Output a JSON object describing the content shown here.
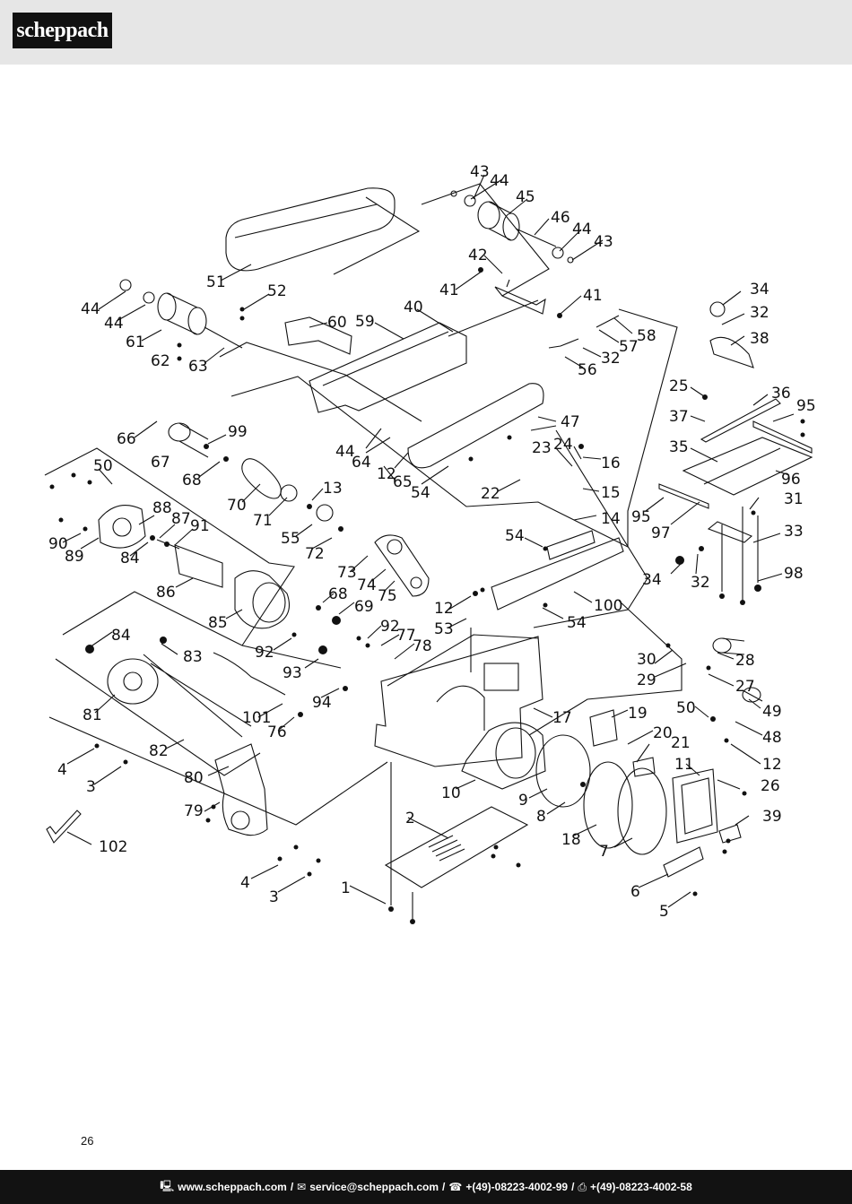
{
  "header": {
    "logo_text": "scheppach"
  },
  "diagram": {
    "callouts": [
      {
        "id": "43a",
        "label": "43"
      },
      {
        "id": "44a",
        "label": "44"
      },
      {
        "id": "45",
        "label": "45"
      },
      {
        "id": "46",
        "label": "46"
      },
      {
        "id": "44b",
        "label": "44"
      },
      {
        "id": "43b",
        "label": "43"
      },
      {
        "id": "42",
        "label": "42"
      },
      {
        "id": "41a",
        "label": "41"
      },
      {
        "id": "41b",
        "label": "41"
      },
      {
        "id": "40",
        "label": "40"
      },
      {
        "id": "51",
        "label": "51"
      },
      {
        "id": "52",
        "label": "52"
      },
      {
        "id": "60",
        "label": "60"
      },
      {
        "id": "59",
        "label": "59"
      },
      {
        "id": "44c",
        "label": "44"
      },
      {
        "id": "44d",
        "label": "44"
      },
      {
        "id": "61",
        "label": "61"
      },
      {
        "id": "62",
        "label": "62"
      },
      {
        "id": "63",
        "label": "63"
      },
      {
        "id": "34a",
        "label": "34"
      },
      {
        "id": "32a",
        "label": "32"
      },
      {
        "id": "38",
        "label": "38"
      },
      {
        "id": "58",
        "label": "58"
      },
      {
        "id": "57",
        "label": "57"
      },
      {
        "id": "32b",
        "label": "32"
      },
      {
        "id": "56",
        "label": "56"
      },
      {
        "id": "25",
        "label": "25"
      },
      {
        "id": "36",
        "label": "36"
      },
      {
        "id": "95a",
        "label": "95"
      },
      {
        "id": "37",
        "label": "37"
      },
      {
        "id": "47",
        "label": "47"
      },
      {
        "id": "66",
        "label": "66"
      },
      {
        "id": "99",
        "label": "99"
      },
      {
        "id": "67",
        "label": "67"
      },
      {
        "id": "44e",
        "label": "44"
      },
      {
        "id": "64",
        "label": "64"
      },
      {
        "id": "35",
        "label": "35"
      },
      {
        "id": "23",
        "label": "23"
      },
      {
        "id": "24",
        "label": "24"
      },
      {
        "id": "16",
        "label": "16"
      },
      {
        "id": "96",
        "label": "96"
      },
      {
        "id": "68a",
        "label": "68"
      },
      {
        "id": "12a",
        "label": "12"
      },
      {
        "id": "65",
        "label": "65"
      },
      {
        "id": "54a",
        "label": "54"
      },
      {
        "id": "50a",
        "label": "50"
      },
      {
        "id": "13",
        "label": "13"
      },
      {
        "id": "22",
        "label": "22"
      },
      {
        "id": "15",
        "label": "15"
      },
      {
        "id": "31",
        "label": "31"
      },
      {
        "id": "70",
        "label": "70"
      },
      {
        "id": "71",
        "label": "71"
      },
      {
        "id": "88",
        "label": "88"
      },
      {
        "id": "87",
        "label": "87"
      },
      {
        "id": "91",
        "label": "91"
      },
      {
        "id": "14",
        "label": "14"
      },
      {
        "id": "95b",
        "label": "95"
      },
      {
        "id": "97",
        "label": "97"
      },
      {
        "id": "33",
        "label": "33"
      },
      {
        "id": "90",
        "label": "90"
      },
      {
        "id": "89",
        "label": "89"
      },
      {
        "id": "84a",
        "label": "84"
      },
      {
        "id": "55",
        "label": "55"
      },
      {
        "id": "72",
        "label": "72"
      },
      {
        "id": "54b",
        "label": "54"
      },
      {
        "id": "73",
        "label": "73"
      },
      {
        "id": "74",
        "label": "74"
      },
      {
        "id": "75",
        "label": "75"
      },
      {
        "id": "34b",
        "label": "34"
      },
      {
        "id": "32c",
        "label": "32"
      },
      {
        "id": "98",
        "label": "98"
      },
      {
        "id": "86",
        "label": "86"
      },
      {
        "id": "68b",
        "label": "68"
      },
      {
        "id": "69",
        "label": "69"
      },
      {
        "id": "100",
        "label": "100"
      },
      {
        "id": "85",
        "label": "85"
      },
      {
        "id": "12b",
        "label": "12"
      },
      {
        "id": "54c",
        "label": "54"
      },
      {
        "id": "53",
        "label": "53"
      },
      {
        "id": "84b",
        "label": "84"
      },
      {
        "id": "92a",
        "label": "92"
      },
      {
        "id": "77",
        "label": "77"
      },
      {
        "id": "92b",
        "label": "92"
      },
      {
        "id": "78",
        "label": "78"
      },
      {
        "id": "83",
        "label": "83"
      },
      {
        "id": "93",
        "label": "93"
      },
      {
        "id": "30",
        "label": "30"
      },
      {
        "id": "28",
        "label": "28"
      },
      {
        "id": "29",
        "label": "29"
      },
      {
        "id": "27",
        "label": "27"
      },
      {
        "id": "94",
        "label": "94"
      },
      {
        "id": "81",
        "label": "81"
      },
      {
        "id": "101",
        "label": "101"
      },
      {
        "id": "50b",
        "label": "50"
      },
      {
        "id": "49",
        "label": "49"
      },
      {
        "id": "17",
        "label": "17"
      },
      {
        "id": "76",
        "label": "76"
      },
      {
        "id": "19",
        "label": "19"
      },
      {
        "id": "48",
        "label": "48"
      },
      {
        "id": "82",
        "label": "82"
      },
      {
        "id": "20",
        "label": "20"
      },
      {
        "id": "12c",
        "label": "12"
      },
      {
        "id": "21",
        "label": "21"
      },
      {
        "id": "4a",
        "label": "4"
      },
      {
        "id": "80",
        "label": "80"
      },
      {
        "id": "11",
        "label": "11"
      },
      {
        "id": "3a",
        "label": "3"
      },
      {
        "id": "10",
        "label": "10"
      },
      {
        "id": "26",
        "label": "26"
      },
      {
        "id": "9",
        "label": "9"
      },
      {
        "id": "79",
        "label": "79"
      },
      {
        "id": "8",
        "label": "8"
      },
      {
        "id": "39",
        "label": "39"
      },
      {
        "id": "2",
        "label": "2"
      },
      {
        "id": "18",
        "label": "18"
      },
      {
        "id": "102",
        "label": "102"
      },
      {
        "id": "7",
        "label": "7"
      },
      {
        "id": "4b",
        "label": "4"
      },
      {
        "id": "1",
        "label": "1"
      },
      {
        "id": "3b",
        "label": "3"
      },
      {
        "id": "6",
        "label": "6"
      },
      {
        "id": "5",
        "label": "5"
      }
    ]
  },
  "page_number": "26",
  "footer": {
    "website": "www.scheppach.com",
    "email": "service@scheppach.com",
    "phone": "+(49)-08223-4002-99",
    "fax": "+(49)-08223-4002-58",
    "separator": "/"
  }
}
